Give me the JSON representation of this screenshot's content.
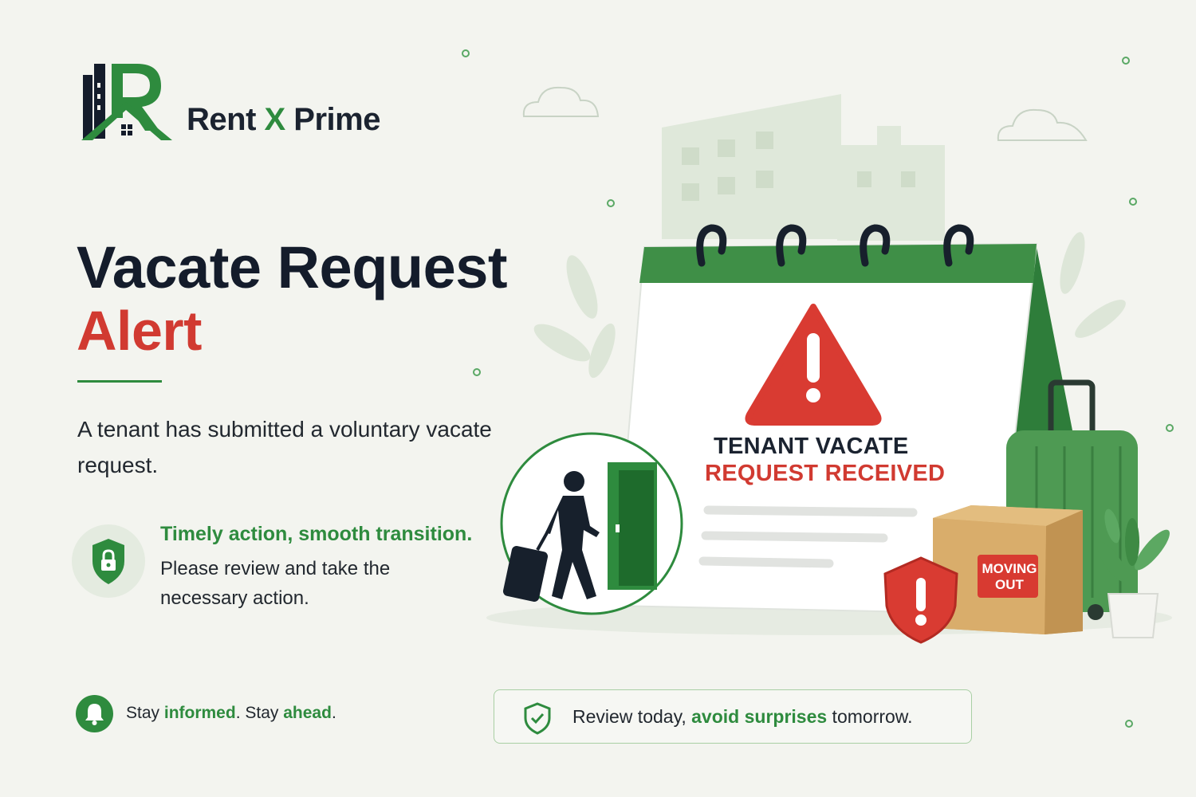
{
  "brand": {
    "name_part1": "Rent ",
    "name_x": "X",
    "name_part2": " Prime"
  },
  "headline": {
    "line1": "Vacate Request",
    "line2": "Alert"
  },
  "description": "A tenant has submitted a voluntary vacate request.",
  "timely": {
    "title": "Timely action, smooth transition.",
    "body": "Please review and take the necessary action."
  },
  "footer_left": {
    "part1": "Stay ",
    "highlight1": "informed",
    "part2": ". Stay ",
    "highlight2": "ahead",
    "part3": "."
  },
  "footer_box": {
    "part1": "Review today, ",
    "highlight": "avoid surprises",
    "part2": " tomorrow."
  },
  "notice_card": {
    "line1": "TENANT VACATE",
    "line2": "REQUEST RECEIVED"
  },
  "box_label": {
    "line1": "MOVING",
    "line2": "OUT"
  },
  "icons": [
    "logo-icon",
    "lock-shield-icon",
    "bell-icon",
    "check-shield-icon",
    "warning-triangle-icon",
    "alert-shield-icon",
    "walking-person-icon",
    "suitcase-icon",
    "door-icon",
    "calendar-icon",
    "building-icon",
    "cloud-icon",
    "plant-icon"
  ],
  "colors": {
    "brand_green": "#2e8b3e",
    "alert_red": "#d13a31",
    "navy": "#141c2b",
    "background": "#f3f4ef"
  }
}
